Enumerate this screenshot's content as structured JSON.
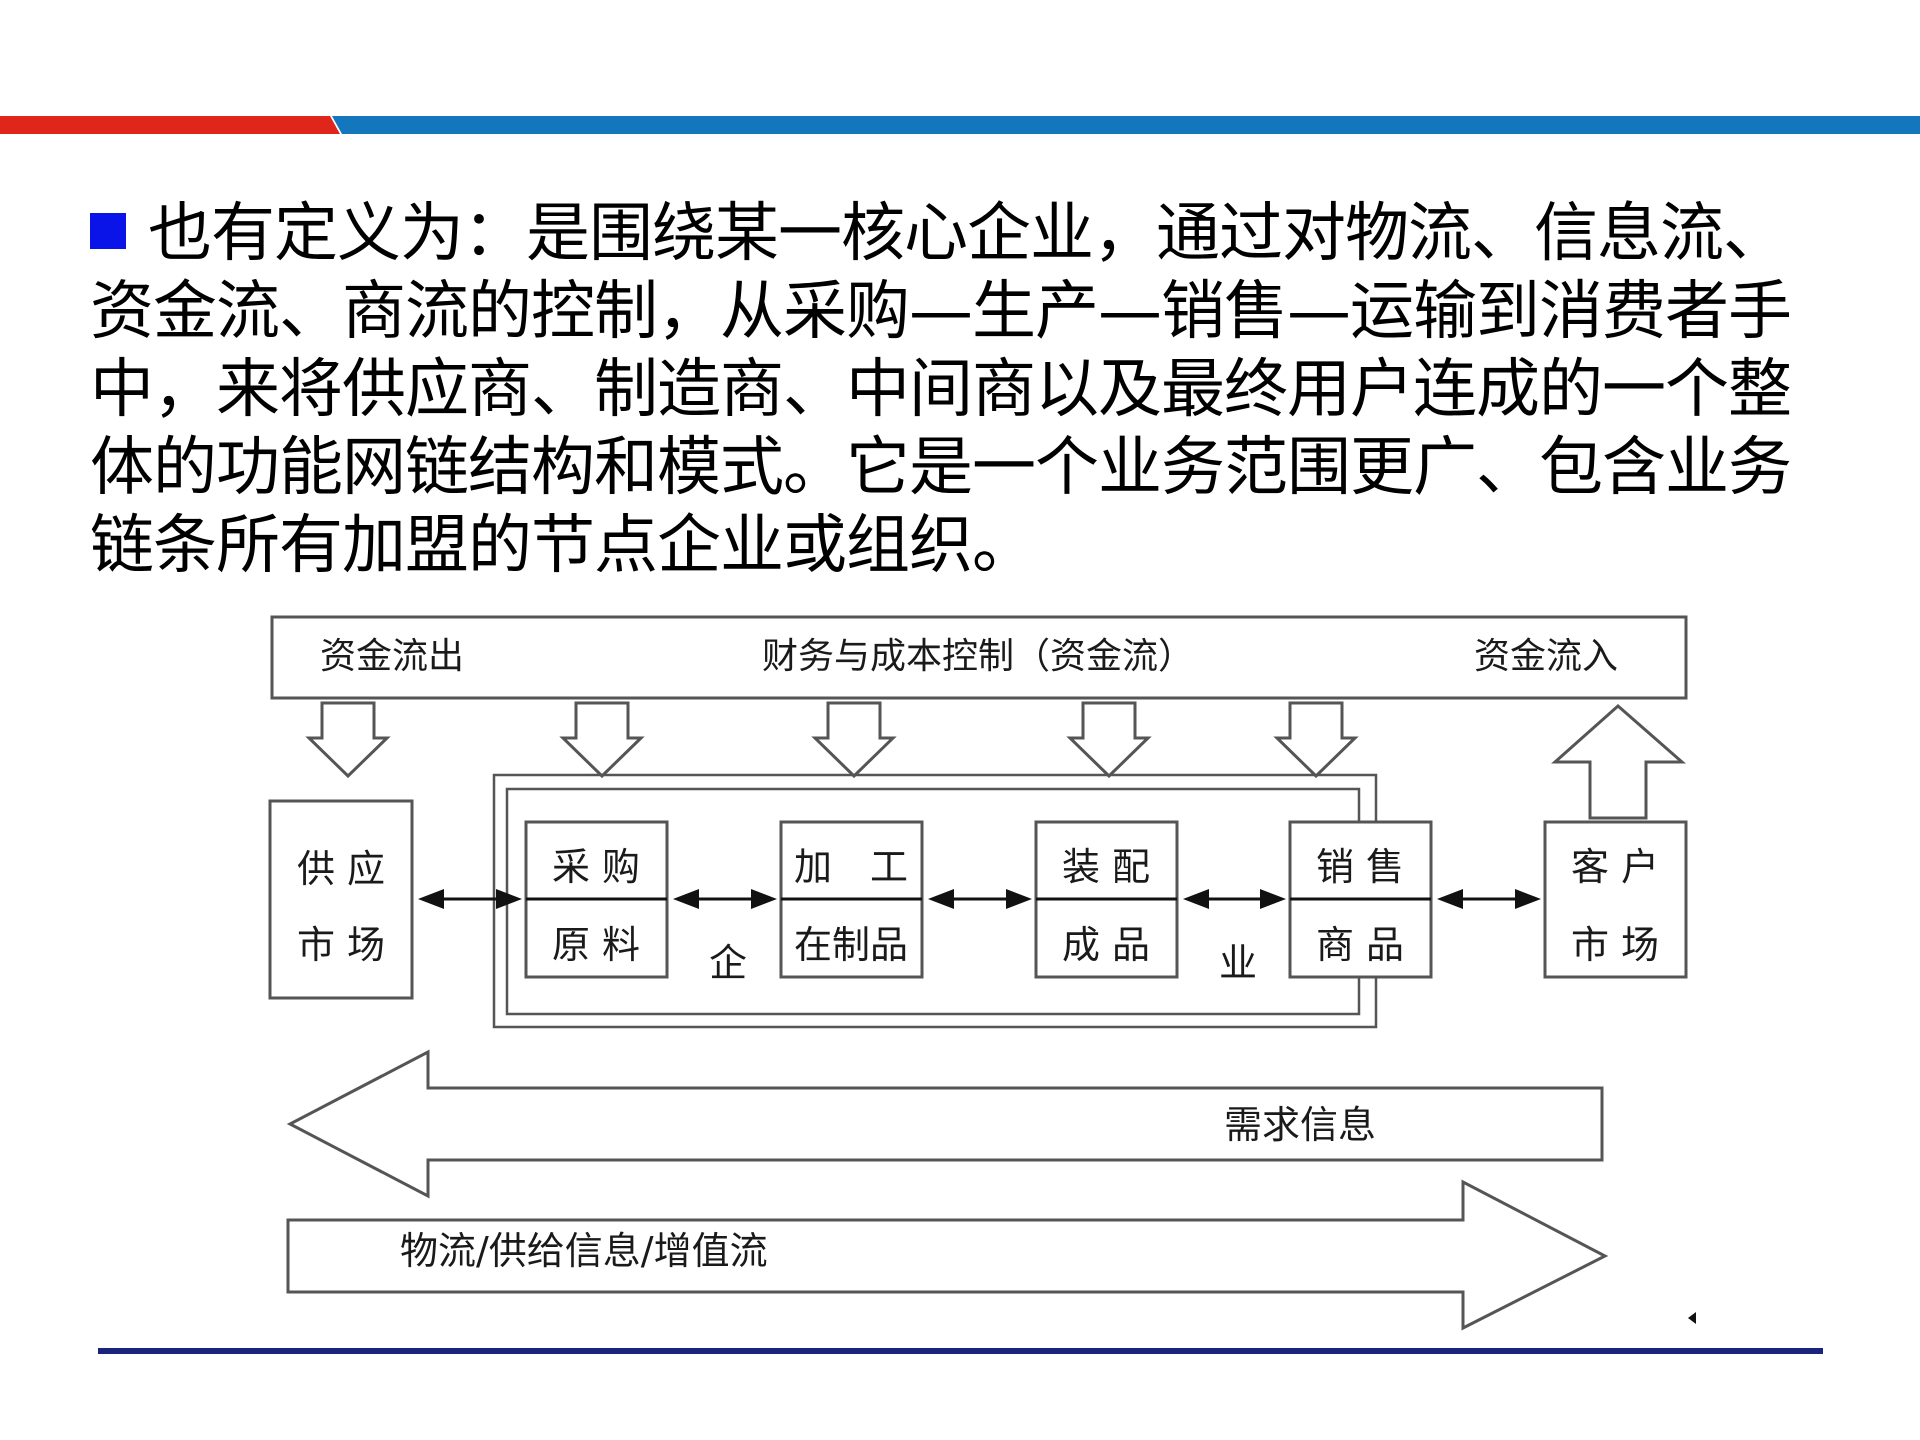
{
  "slide": {
    "paragraph_lines": [
      "也有定义为：是围绕某一核心企业，通过对物流、信息流、",
      "资金流、商流的控制，从采购—生产—销售—运输到消费者手",
      "中，来将供应商、制造商、中间商以及最终用户连成的一个整",
      "体的功能网链结构和模式。它是一个业务范围更广、包含业务",
      "链条所有加盟的节点企业或组织。"
    ]
  },
  "diagram": {
    "top_bar": {
      "left": "资金流出",
      "center": "财务与成本控制（资金流）",
      "right": "资金流入"
    },
    "supply_market": [
      "供 应",
      "市 场"
    ],
    "customer_market": [
      "客 户",
      "市 场"
    ],
    "stages": [
      [
        "采 购",
        "原 料"
      ],
      [
        "加　工",
        "在制品"
      ],
      [
        "装 配",
        "成 品"
      ],
      [
        "销 售",
        "商 品"
      ]
    ],
    "enterprise_chars": [
      "企",
      "业"
    ],
    "demand_info": "需求信息",
    "logistics_flow": "物流/供给信息/增值流"
  }
}
